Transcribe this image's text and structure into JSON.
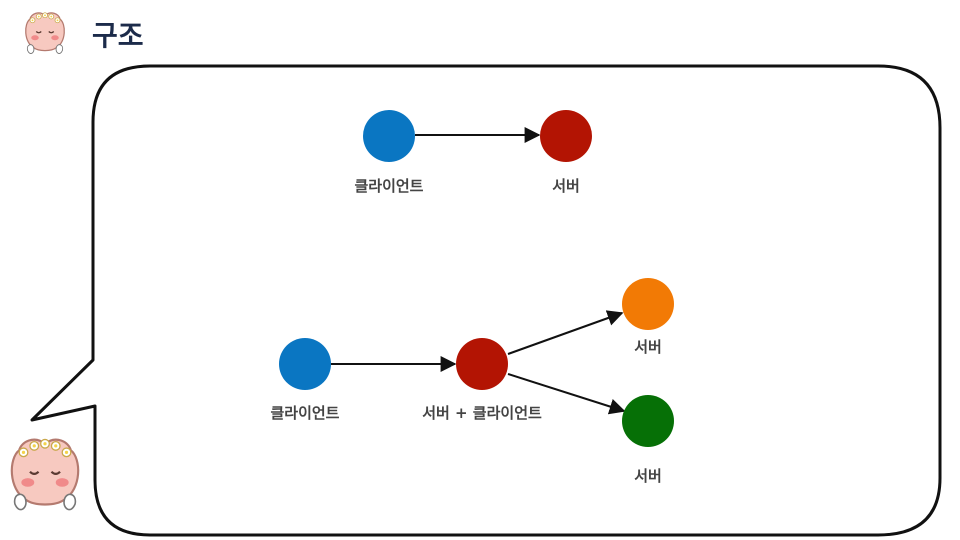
{
  "slide": {
    "title": "구조"
  },
  "diagram": {
    "top": {
      "client_label": "클라이언트",
      "server_label": "서버",
      "client_color": "#0a76c2",
      "server_color": "#b31403"
    },
    "bottom": {
      "client_label": "클라이언트",
      "middle_label": "서버 + 클라이언트",
      "server_a_label": "서버",
      "server_b_label": "서버",
      "client_color": "#0a76c2",
      "middle_color": "#b31403",
      "server_a_color": "#f27a05",
      "server_b_color": "#067006"
    }
  },
  "colors": {
    "title": "#1c2b4a",
    "bubble_border": "#111111",
    "arrow": "#111111",
    "label": "#444444"
  },
  "icons": {
    "mascot_small": "peach-mascot-icon",
    "mascot_large": "peach-mascot-icon"
  }
}
